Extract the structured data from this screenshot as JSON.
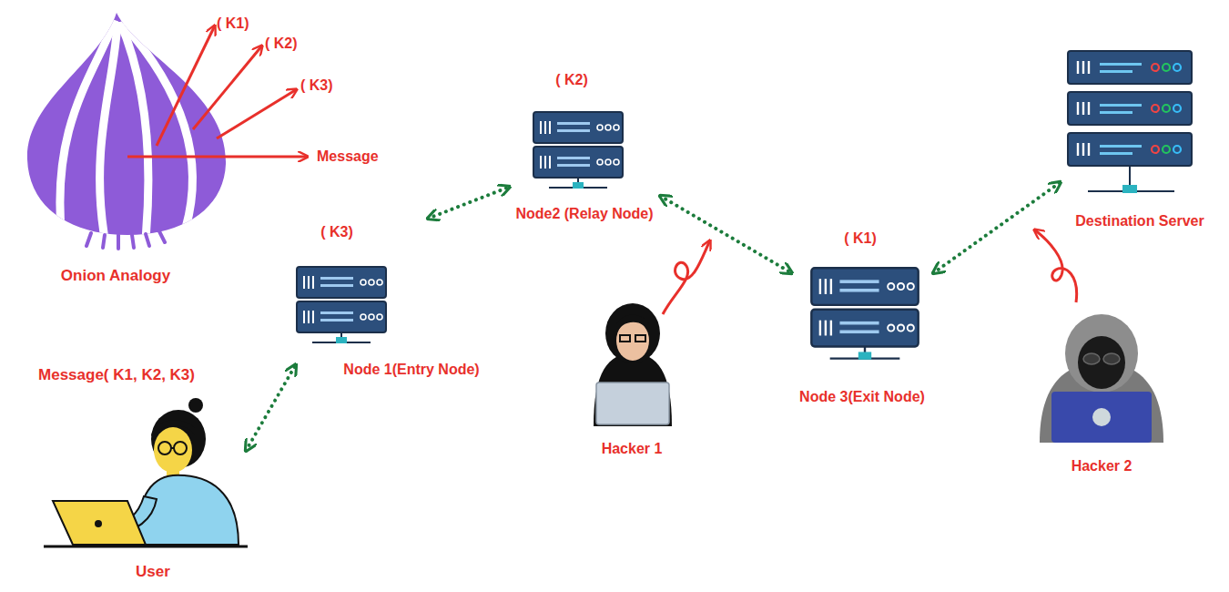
{
  "diagram": {
    "nodes": [
      {
        "text": [
          "Message( K1, K2, K3)",
          "User"
        ]
      },
      {
        "text": [
          "( K3)",
          "Node 1(Entry Node)"
        ]
      },
      {
        "text": [
          "( K2)",
          "Node2 (Relay Node)"
        ]
      },
      {
        "text": [
          "( K1)",
          "Node 3(Exit Node)"
        ]
      },
      {
        "text": [
          "Destination Server"
        ]
      },
      {
        "text": [
          "Hacker 1"
        ]
      },
      {
        "text": [
          "Hacker 2"
        ]
      }
    ],
    "edges": [
      {
        "from": 0,
        "to": 1,
        "arrow": "both"
      },
      {
        "from": 1,
        "to": 2,
        "arrow": "both"
      },
      {
        "from": 2,
        "to": 3,
        "arrow": "both"
      },
      {
        "from": 3,
        "to": 4,
        "arrow": "both"
      }
    ],
    "labels": [
      "( K1)",
      "( K2)",
      "( K3)",
      "Message",
      "Onion Analogy"
    ]
  }
}
